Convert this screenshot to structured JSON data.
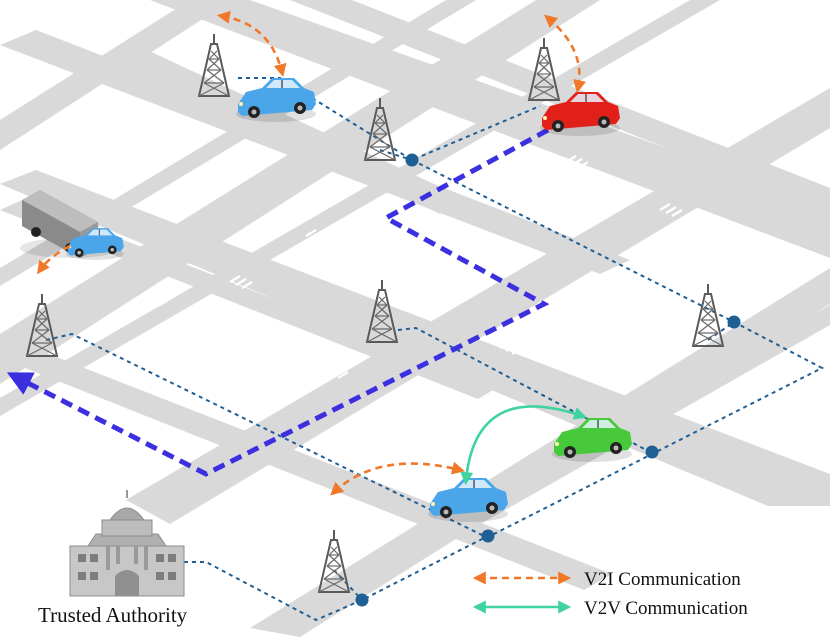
{
  "labels": {
    "trusted_authority": "Trusted Authority",
    "legend_v2i": "V2I  Communication",
    "legend_v2v": "V2V Communication"
  },
  "colors": {
    "road": "#d9d9d9",
    "block": "#ffffff",
    "v2i": "#f07828",
    "v2v": "#3fd3a0",
    "backbone": "#1f5f96",
    "route": "#3b2fe0",
    "car_blue": "#4aa6e8",
    "car_red": "#e2201a",
    "car_green": "#48c93c"
  },
  "icons": [
    "tower-icon",
    "car-icon",
    "truck-icon",
    "government-building-icon",
    "network-node-icon"
  ]
}
